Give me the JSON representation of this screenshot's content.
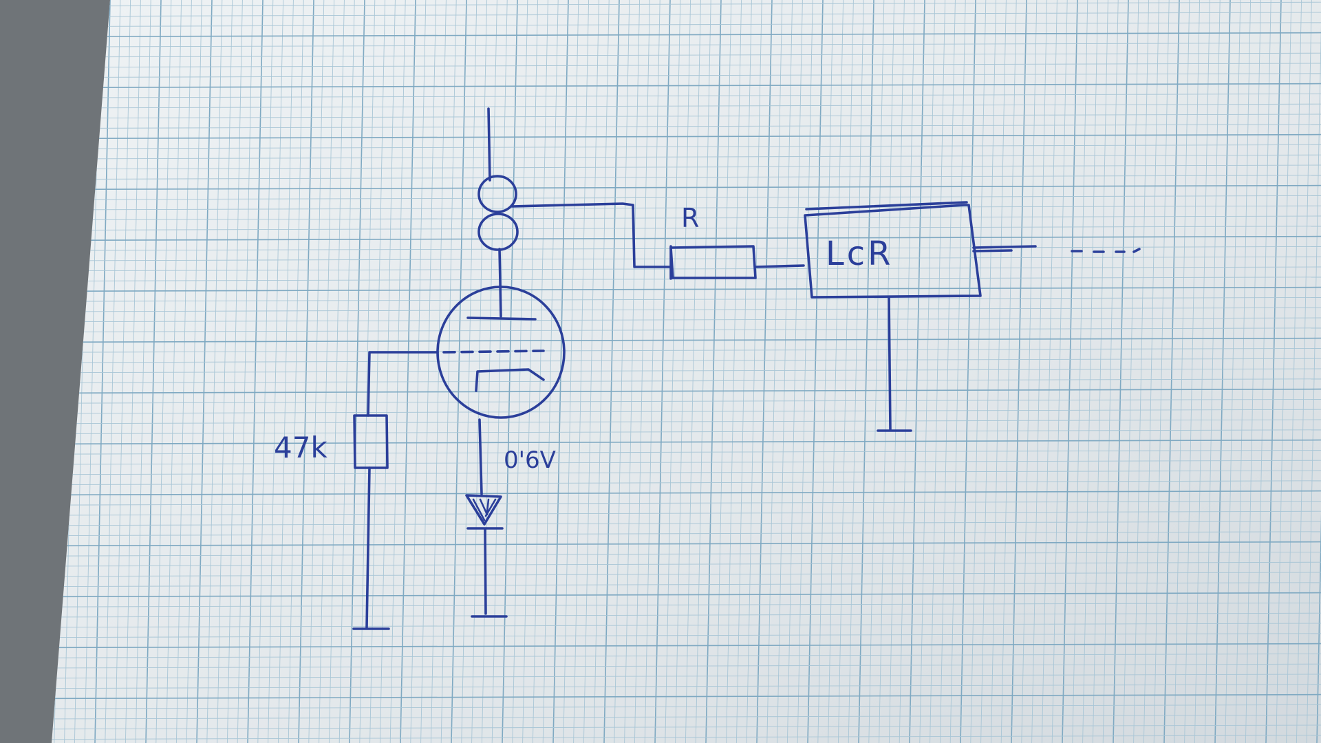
{
  "colors": {
    "ink": "#2b3f9a",
    "paper": "#e4e9ec",
    "paper_shadow": "#cfd6db",
    "grid_fine": "#a9c6d6",
    "grid_major": "#7fa9c2",
    "background": "#6f7478"
  },
  "labels": {
    "resistor_r": "R",
    "block_ldr": "LcR",
    "resistor_47k": "47k",
    "diode_voltage": "0'6V",
    "continuation": "- - -"
  },
  "components": [
    {
      "type": "transformer-winding",
      "name": "coil"
    },
    {
      "type": "vacuum-tube",
      "name": "triode"
    },
    {
      "type": "resistor",
      "name": "r"
    },
    {
      "type": "block",
      "name": "ldr"
    },
    {
      "type": "resistor",
      "name": "47k"
    },
    {
      "type": "diode",
      "name": "diode"
    },
    {
      "type": "ground",
      "name": "ground-left"
    },
    {
      "type": "ground",
      "name": "ground-middle"
    },
    {
      "type": "ground",
      "name": "ground-right"
    }
  ]
}
